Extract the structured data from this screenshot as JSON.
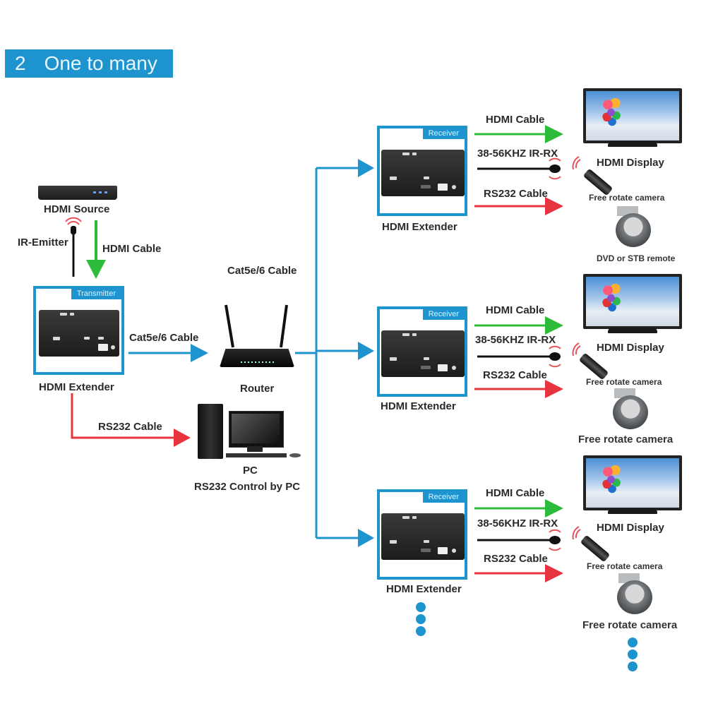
{
  "title": {
    "number": "2",
    "text": "One to many"
  },
  "colors": {
    "accent_blue": "#1e94cf",
    "hdmi_green": "#2dbb3a",
    "rs232_red": "#e8343f",
    "ir_black": "#111111"
  },
  "source": {
    "device_label": "HDMI Source",
    "ir_emitter_label": "IR-Emitter",
    "hdmi_cable_label": "HDMI Cable"
  },
  "transmitter": {
    "tag": "Transmitter",
    "device_label": "HDMI Extender",
    "cat_cable_label": "Cat5e/6 Cable",
    "rs232_cable_label": "RS232 Cable"
  },
  "router": {
    "cable_label": "Cat5e/6 Cable",
    "device_label": "Router"
  },
  "pc": {
    "label": "PC",
    "sublabel": "RS232 Control by PC"
  },
  "receivers": [
    {
      "tag": "Receiver",
      "device_label": "HDMI Extender",
      "hdmi_label": "HDMI Cable",
      "ir_label": "38-56KHZ IR-RX",
      "rs232_label": "RS232 Cable",
      "display_label": "HDMI Display",
      "remote_label": "Free rotate camera",
      "camera_label": "DVD or STB remote"
    },
    {
      "tag": "Receiver",
      "device_label": "HDMI Extender",
      "hdmi_label": "HDMI Cable",
      "ir_label": "38-56KHZ IR-RX",
      "rs232_label": "RS232 Cable",
      "display_label": "HDMI Display",
      "remote_label": "Free rotate camera",
      "camera_label": "Free rotate camera"
    },
    {
      "tag": "Receiver",
      "device_label": "HDMI Extender",
      "hdmi_label": "HDMI Cable",
      "ir_label": "38-56KHZ IR-RX",
      "rs232_label": "RS232 Cable",
      "display_label": "HDMI Display",
      "remote_label": "Free rotate camera",
      "camera_label": "Free rotate camera"
    }
  ],
  "continuation": {
    "more_receivers": "more",
    "more_displays": "more"
  }
}
